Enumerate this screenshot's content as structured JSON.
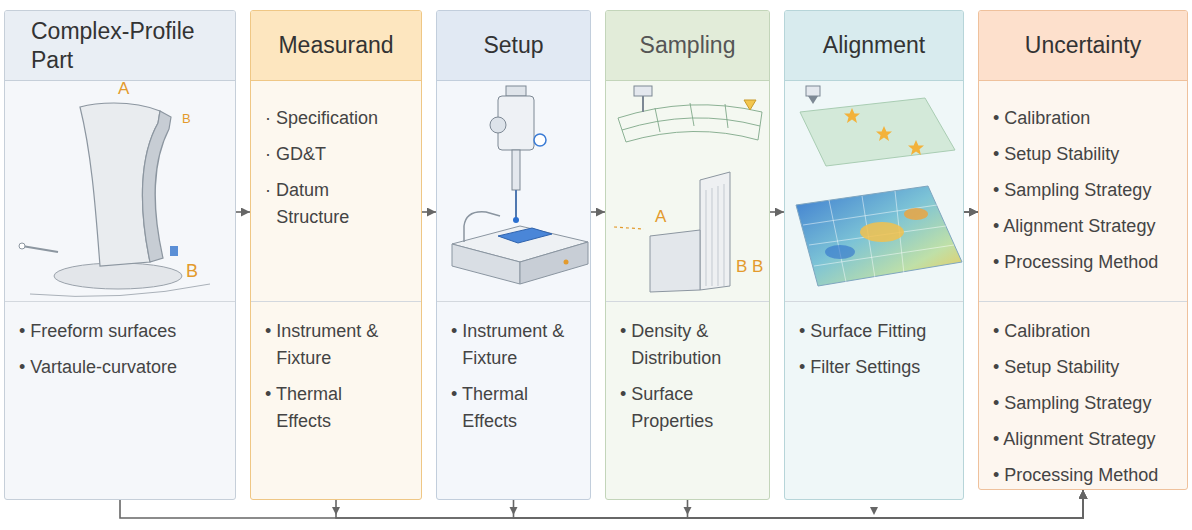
{
  "diagram": {
    "nodes": [
      {
        "text": [
          "Complex-Profile Part",
          "• Freeform surfaces",
          "• Vartaule-curvatore"
        ]
      },
      {
        "text": [
          "Measurand",
          "· Specification",
          "· GD&T",
          "· Datum Structure",
          "• Instrument & Fixture",
          "• Thermal Effects"
        ]
      },
      {
        "text": [
          "Setup",
          "• Instrument & Fixture",
          "• Thermal Effects"
        ]
      },
      {
        "text": [
          "Sampling",
          "• Density & Distribution",
          "• Surface Properties"
        ]
      },
      {
        "text": [
          "Alignment",
          "• Surface Fitting",
          "• Filter Settings"
        ]
      },
      {
        "text": [
          "Uncertainty",
          "• Calibration",
          "• Setup Stability",
          "• Sampling Strategy",
          "• Alignment Strategy",
          "• Processing Method",
          "• Calibration",
          "• Setup Stability",
          "• Sampling Strategy",
          "• Alignment Strategy",
          "• Processing Method"
        ]
      }
    ],
    "edges": [
      {
        "from": 0,
        "to": 1,
        "arrow": "to"
      },
      {
        "from": 1,
        "to": 2,
        "arrow": "to"
      },
      {
        "from": 2,
        "to": 3,
        "arrow": "to"
      },
      {
        "from": 3,
        "to": 4,
        "arrow": "to"
      },
      {
        "from": 4,
        "to": 5,
        "arrow": "to"
      },
      {
        "from": 0,
        "to": 5,
        "arrow": "to"
      },
      {
        "from": 1,
        "to": 5,
        "arrow": "to"
      },
      {
        "from": 2,
        "to": 5,
        "arrow": "to"
      },
      {
        "from": 3,
        "to": 5,
        "arrow": "to"
      },
      {
        "from": 4,
        "to": 5,
        "arrow": "to"
      }
    ],
    "labels": [
      "A",
      "B",
      "B",
      "A",
      "B",
      "B"
    ]
  }
}
